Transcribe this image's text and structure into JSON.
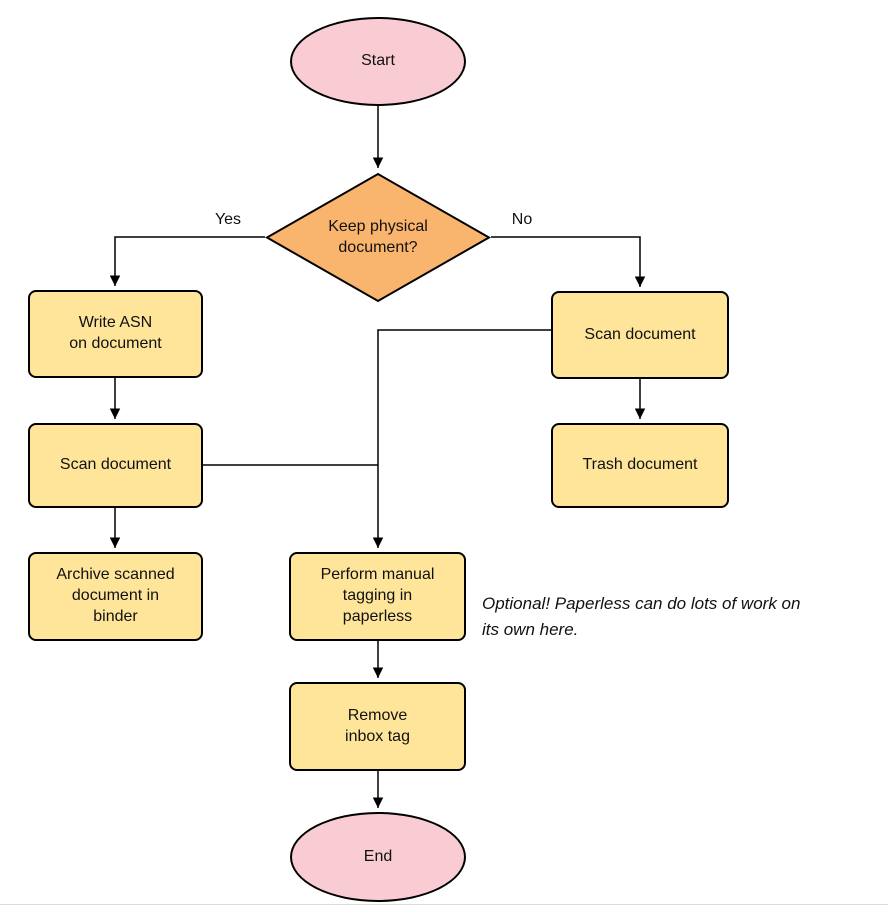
{
  "flowchart": {
    "nodes": {
      "start": "Start",
      "decision": "Keep physical\ndocument?",
      "write_asn": "Write ASN\non document",
      "scan_document_left": "Scan document",
      "archive": "Archive scanned\ndocument in\nbinder",
      "scan_document_right": "Scan document",
      "trash_document": "Trash document",
      "manual_tagging": "Perform manual\ntagging in\npaperless",
      "remove_inbox_tag": "Remove\ninbox tag",
      "end": "End"
    },
    "edge_labels": {
      "yes": "Yes",
      "no": "No"
    },
    "annotation": "Optional! Paperless can do lots of work on\nits own here."
  },
  "colors": {
    "terminal-fill": "#f8ccd2",
    "decision-fill": "#f9b46e",
    "process-fill": "#ffe59a",
    "stroke": "#000000"
  }
}
